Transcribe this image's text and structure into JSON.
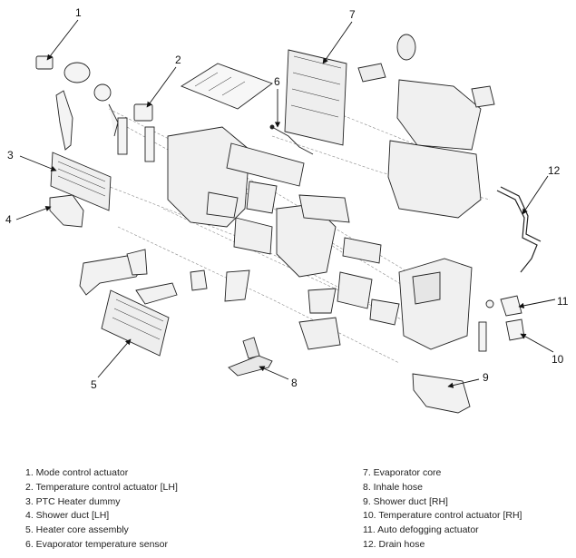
{
  "callouts": [
    "1",
    "2",
    "3",
    "4",
    "5",
    "6",
    "7",
    "8",
    "9",
    "10",
    "11",
    "12"
  ],
  "legend": {
    "left": [
      "1. Mode control actuator",
      "2. Temperature control actuator [LH]",
      "3. PTC Heater dummy",
      "4. Shower duct [LH]",
      "5. Heater core assembly",
      "6. Evaporator temperature sensor"
    ],
    "right": [
      "7. Evaporator core",
      "8. Inhale hose",
      "9. Shower duct [RH]",
      "10. Temperature control actuator [RH]",
      "11. Auto defogging actuator",
      "12. Drain hose"
    ]
  }
}
